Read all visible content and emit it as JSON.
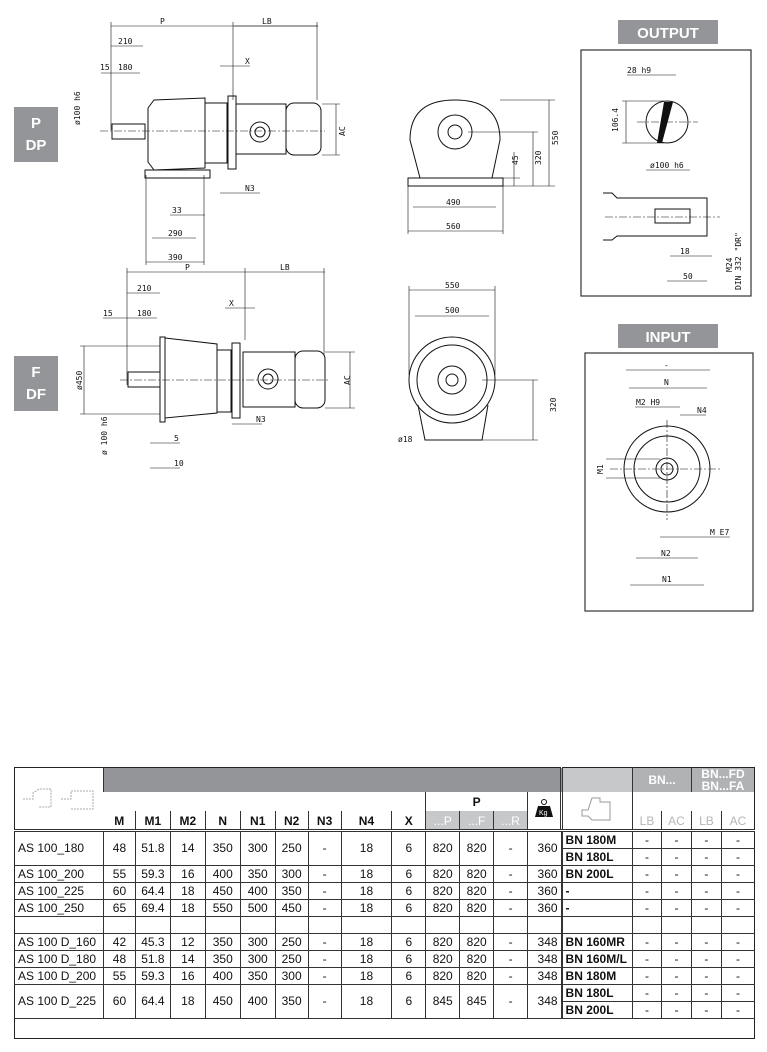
{
  "sections": {
    "output_title": "OUTPUT",
    "input_title": "INPUT",
    "side_p": [
      "P",
      "DP"
    ],
    "side_f": [
      "F",
      "DF"
    ]
  },
  "drawing_p": {
    "P": "P",
    "LB": "LB",
    "d210": "210",
    "d15": "15",
    "d180": "180",
    "X": "X",
    "shaft": "ø100 h6",
    "AC": "AC",
    "N3": "N3",
    "d33": "33",
    "d290": "290",
    "d390": "390",
    "d490": "490",
    "d560": "560",
    "d550": "550",
    "d320": "320",
    "d45": "45"
  },
  "drawing_f": {
    "P": "P",
    "LB": "LB",
    "d210": "210",
    "d15": "15",
    "d180": "180",
    "X": "X",
    "flange": "ø450",
    "shaft": "ø 100 h6",
    "AC": "AC",
    "N3": "N3",
    "d5": "5",
    "d10": "10",
    "d550": "550",
    "d500": "500",
    "d320": "320",
    "d18": "ø18"
  },
  "output": {
    "key": "28 h9",
    "height": "106.4",
    "shaft": "ø100 h6",
    "d18": "18",
    "d50": "50",
    "thread": "M24",
    "din": "DIN 332 \"DR\""
  },
  "input": {
    "top": "-",
    "N": "N",
    "M2": "M2 H9",
    "N4": "N4",
    "M1": "M1",
    "M": "M E7",
    "N2": "N2",
    "N1": "N1"
  },
  "table": {
    "headers": [
      "M",
      "M1",
      "M2",
      "N",
      "N1",
      "N2",
      "N3",
      "N4",
      "X"
    ],
    "p_group": "P",
    "p_sub": [
      "...P",
      "...F",
      "...R"
    ],
    "weight_icon": "Kg",
    "bn_group": "BN...",
    "bnfd_group": [
      "BN...FD",
      "BN...FA"
    ],
    "lb": "LB",
    "ac": "AC",
    "groups": [
      [
        {
          "name": "AS 100_180",
          "v": [
            "48",
            "51.8",
            "14",
            "350",
            "300",
            "250",
            "-",
            "18",
            "6",
            "820",
            "820",
            "-",
            "360"
          ],
          "motors": [
            [
              "BN 180M",
              "-",
              "-",
              "-",
              "-"
            ],
            [
              "BN 180L",
              "-",
              "-",
              "-",
              "-"
            ]
          ]
        },
        {
          "name": "AS 100_200",
          "v": [
            "55",
            "59.3",
            "16",
            "400",
            "350",
            "300",
            "-",
            "18",
            "6",
            "820",
            "820",
            "-",
            "360"
          ],
          "motors": [
            [
              "BN 200L",
              "-",
              "-",
              "-",
              "-"
            ]
          ]
        },
        {
          "name": "AS 100_225",
          "v": [
            "60",
            "64.4",
            "18",
            "450",
            "400",
            "350",
            "-",
            "18",
            "6",
            "820",
            "820",
            "-",
            "360"
          ],
          "motors": [
            [
              "-",
              "-",
              "-",
              "-",
              "-"
            ]
          ]
        },
        {
          "name": "AS 100_250",
          "v": [
            "65",
            "69.4",
            "18",
            "550",
            "500",
            "450",
            "-",
            "18",
            "6",
            "820",
            "820",
            "-",
            "360"
          ],
          "motors": [
            [
              "-",
              "-",
              "-",
              "-",
              "-"
            ]
          ]
        }
      ],
      [
        {
          "name": "AS 100 D_160",
          "v": [
            "42",
            "45.3",
            "12",
            "350",
            "300",
            "250",
            "-",
            "18",
            "6",
            "820",
            "820",
            "-",
            "348"
          ],
          "motors": [
            [
              "BN 160MR",
              "-",
              "-",
              "-",
              "-"
            ]
          ]
        },
        {
          "name": "AS 100 D_180",
          "v": [
            "48",
            "51.8",
            "14",
            "350",
            "300",
            "250",
            "-",
            "18",
            "6",
            "820",
            "820",
            "-",
            "348"
          ],
          "motors": [
            [
              "BN 160M/L",
              "-",
              "-",
              "-",
              "-"
            ]
          ]
        },
        {
          "name": "AS 100 D_200",
          "v": [
            "55",
            "59.3",
            "16",
            "400",
            "350",
            "300",
            "-",
            "18",
            "6",
            "820",
            "820",
            "-",
            "348"
          ],
          "motors": [
            [
              "BN 180M",
              "-",
              "-",
              "-",
              "-"
            ]
          ]
        },
        {
          "name": "AS 100 D_225",
          "v": [
            "60",
            "64.4",
            "18",
            "450",
            "400",
            "350",
            "-",
            "18",
            "6",
            "845",
            "845",
            "-",
            "348"
          ],
          "motors": [
            [
              "BN 180L",
              "-",
              "-",
              "-",
              "-"
            ],
            [
              "BN 200L",
              "-",
              "-",
              "-",
              "-"
            ]
          ]
        }
      ]
    ]
  }
}
